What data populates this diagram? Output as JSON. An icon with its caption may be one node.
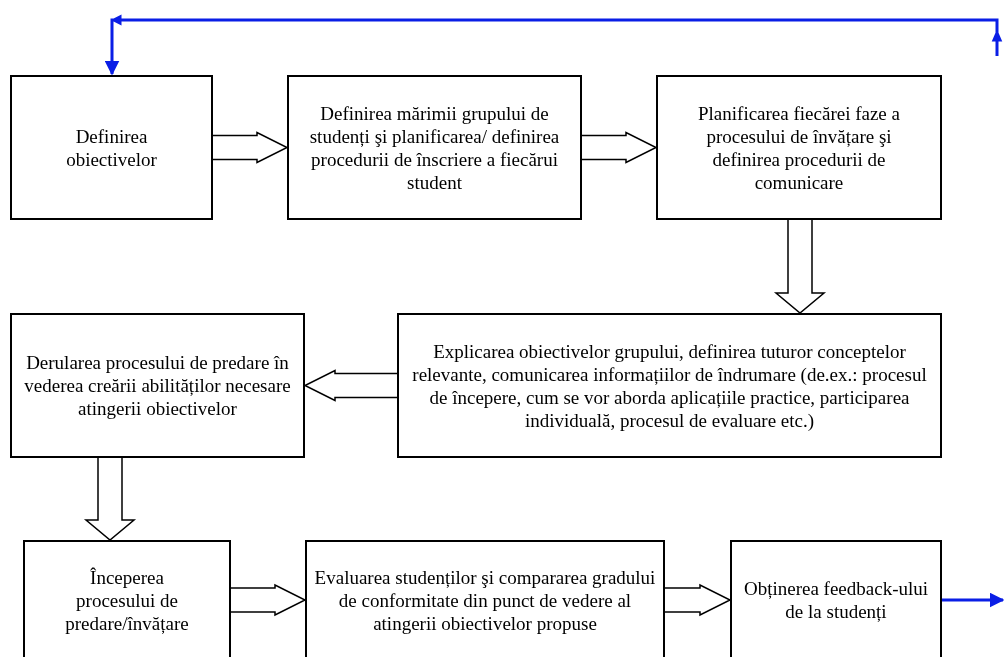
{
  "diagram": {
    "nodes": [
      {
        "text": [
          "Definirea obiectivelor"
        ]
      },
      {
        "text": [
          "Definirea mărimii grupului de studenți şi planificarea/ definirea procedurii de înscriere a fiecărui student"
        ]
      },
      {
        "text": [
          "Planificarea fiecărei faze a procesului de învățare şi definirea procedurii de comunicare"
        ]
      },
      {
        "text": [
          "Explicarea obiectivelor grupului, definirea tuturor conceptelor relevante, comunicarea informațiilor de îndrumare (de.ex.: procesul de începere, cum se vor aborda aplicațiile practice, participarea individuală, procesul de evaluare etc.)"
        ]
      },
      {
        "text": [
          "Derularea procesului de predare în vederea creării abilităților necesare atingerii obiectivelor"
        ]
      },
      {
        "text": [
          "Începerea procesului de predare/învățare"
        ]
      },
      {
        "text": [
          "Evaluarea studenților şi compararea gradului de conformitate din punct de vedere al atingerii obiectivelor propuse"
        ]
      },
      {
        "text": [
          "Obținerea feedback-ului de la studenți"
        ]
      }
    ],
    "edges": [
      {
        "from": 0,
        "to": 1,
        "arrow": "to"
      },
      {
        "from": 1,
        "to": 2,
        "arrow": "to"
      },
      {
        "from": 2,
        "to": 3,
        "arrow": "to"
      },
      {
        "from": 3,
        "to": 4,
        "arrow": "to"
      },
      {
        "from": 4,
        "to": 5,
        "arrow": "to"
      },
      {
        "from": 5,
        "to": 6,
        "arrow": "to"
      },
      {
        "from": 6,
        "to": 7,
        "arrow": "to"
      },
      {
        "from": 7,
        "to": null,
        "arrow": "to",
        "color": "#0a1ee6"
      },
      {
        "from": null,
        "to": 0,
        "arrow": "to",
        "color": "#0a1ee6"
      }
    ]
  }
}
